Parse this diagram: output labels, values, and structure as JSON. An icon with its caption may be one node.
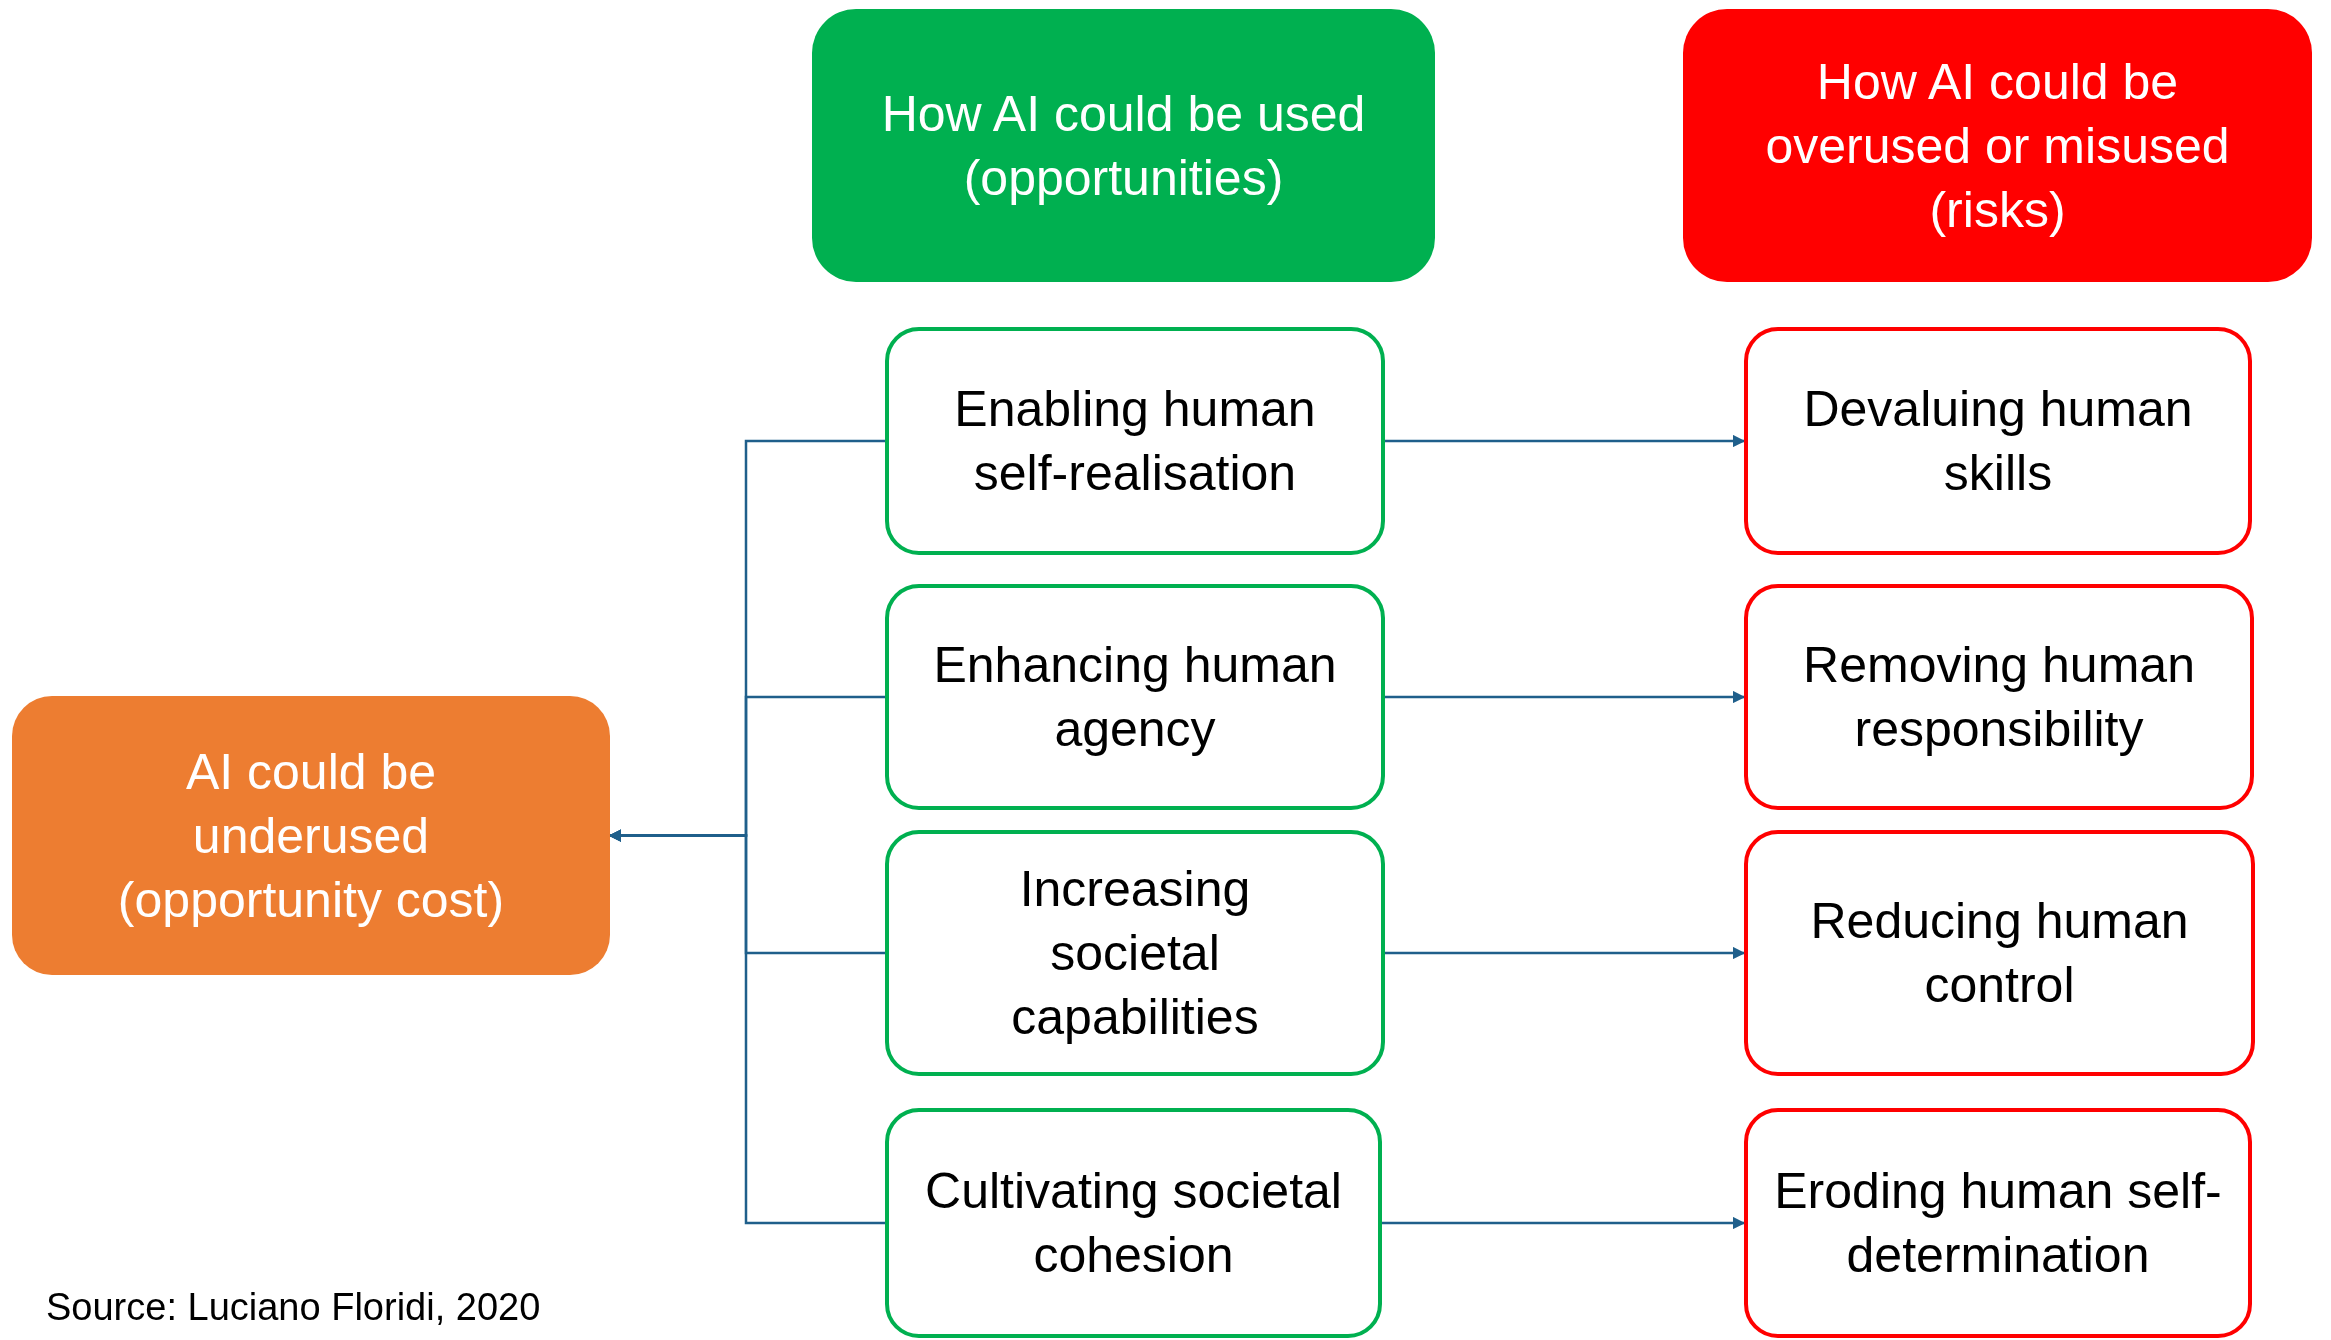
{
  "diagram": {
    "nodes": [
      {
        "text": [
          "How AI could be used (opportunities)"
        ]
      },
      {
        "text": [
          "How AI could be overused or misused (risks)"
        ]
      },
      {
        "text": [
          "AI could be underused (opportunity cost)"
        ]
      },
      {
        "text": [
          "Enabling human self-realisation"
        ]
      },
      {
        "text": [
          "Enhancing human agency"
        ]
      },
      {
        "text": [
          "Increasing societal capabilities"
        ]
      },
      {
        "text": [
          "Cultivating societal cohesion"
        ]
      },
      {
        "text": [
          "Devaluing human skills"
        ]
      },
      {
        "text": [
          "Removing human responsibility"
        ]
      },
      {
        "text": [
          "Reducing human control"
        ]
      },
      {
        "text": [
          "Eroding human self-determination"
        ]
      }
    ],
    "edges": [
      {
        "from": 3,
        "to": 7,
        "arrow": "to"
      },
      {
        "from": 4,
        "to": 8,
        "arrow": "to"
      },
      {
        "from": 5,
        "to": 9,
        "arrow": "to"
      },
      {
        "from": 6,
        "to": 10,
        "arrow": "to"
      },
      {
        "from": 3,
        "to": 2,
        "arrow": "to"
      },
      {
        "from": 4,
        "to": 2,
        "arrow": "to"
      },
      {
        "from": 5,
        "to": 2,
        "arrow": "to"
      },
      {
        "from": 6,
        "to": 2,
        "arrow": "to"
      }
    ],
    "labels": [
      "Source: Luciano Floridi, 2020"
    ]
  }
}
